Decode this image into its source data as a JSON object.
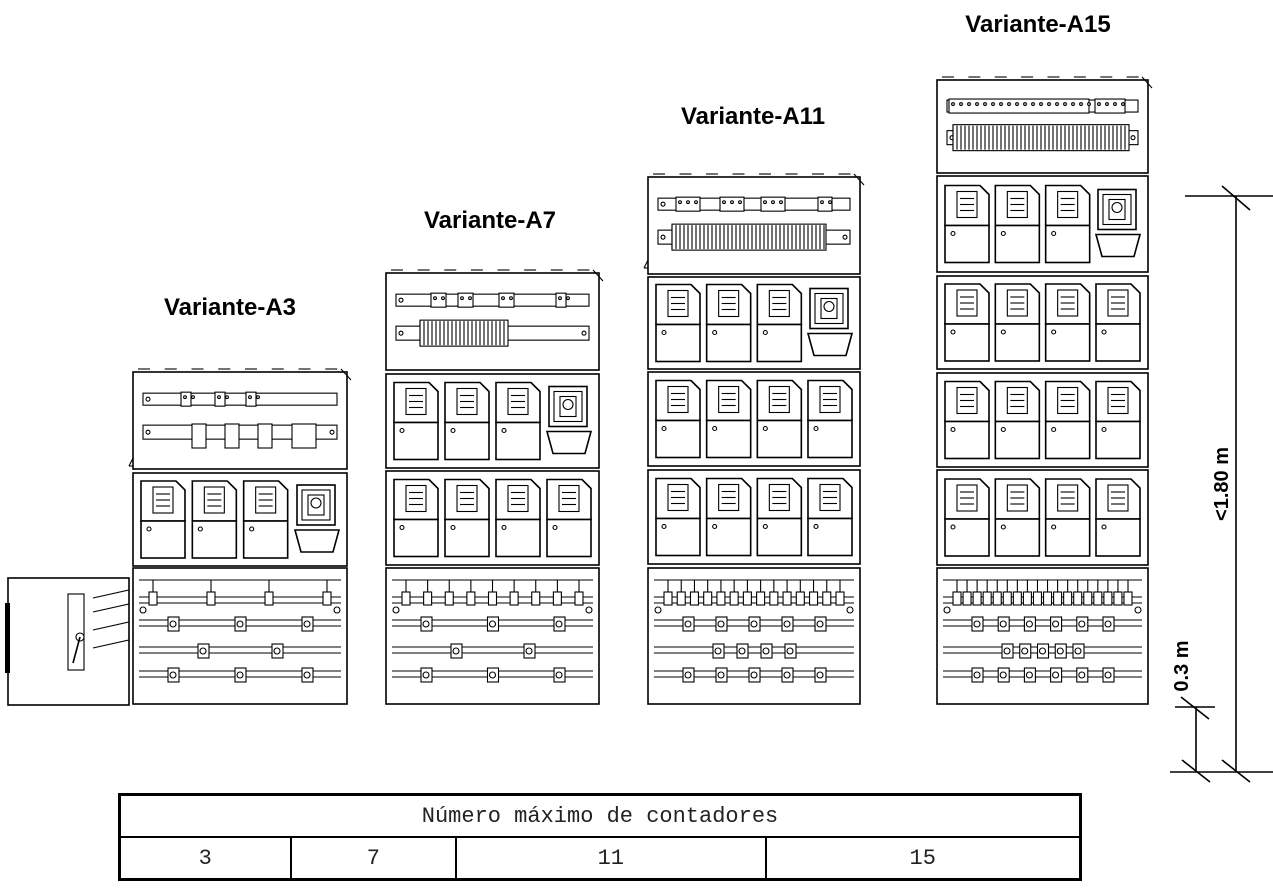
{
  "variants": [
    {
      "title": "Variante-A3",
      "meters": 3
    },
    {
      "title": "Variante-A7",
      "meters": 7
    },
    {
      "title": "Variante-A11",
      "meters": 11
    },
    {
      "title": "Variante-A15",
      "meters": 15
    }
  ],
  "dimensions": {
    "total_height_label": "<1.80 m",
    "base_height_label": "0.3 m"
  },
  "table": {
    "header": "Número máximo de contadores",
    "values": [
      "3",
      "7",
      "11",
      "15"
    ]
  }
}
